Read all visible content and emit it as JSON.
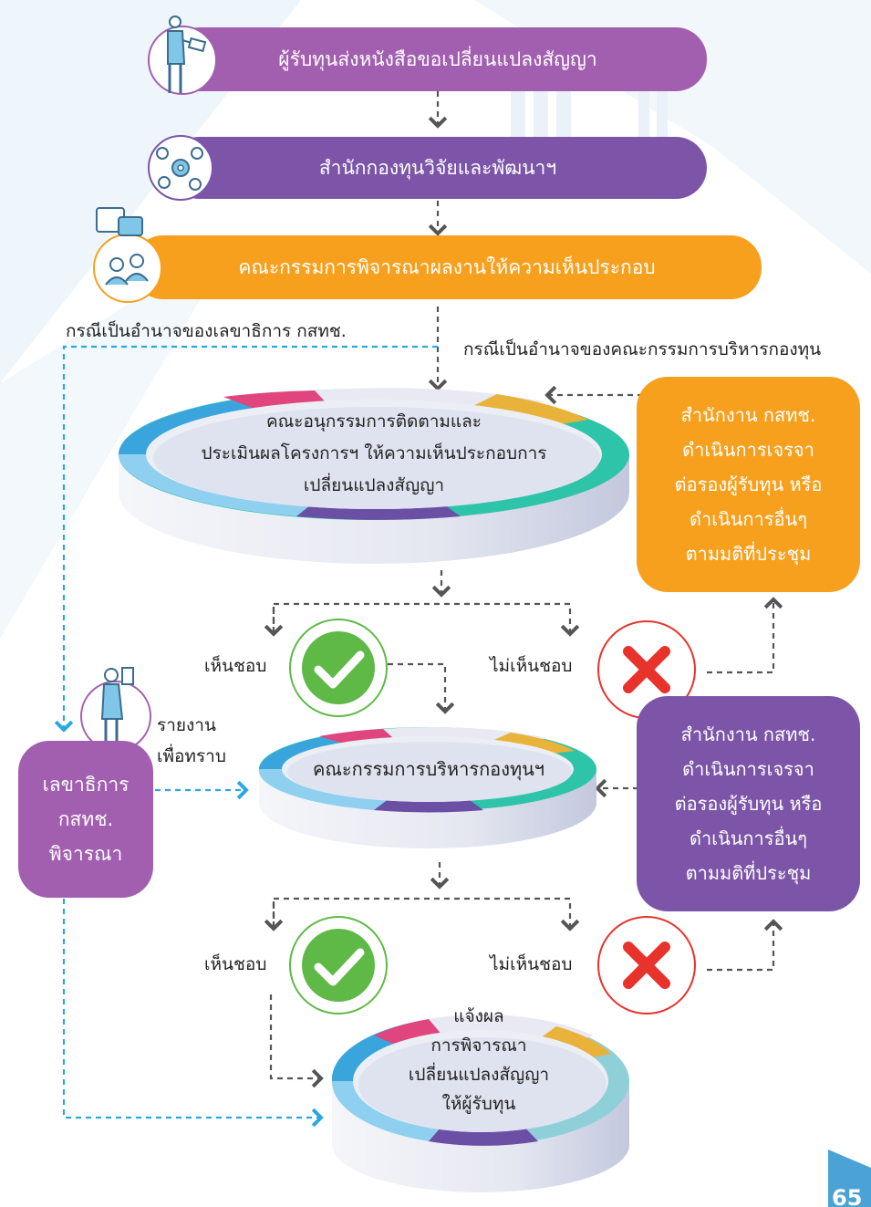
{
  "steps": {
    "step1": "ผู้รับทุนส่งหนังสือขอเปลี่ยนแปลงสัญญา",
    "step2": "สำนักกองทุนวิจัยและพัฒนาฯ",
    "step3": "คณะกรรมการพิจารณาผลงานให้ความเห็นประกอบ"
  },
  "branch_labels": {
    "secretary_authority": "กรณีเป็นอำนาจของเลขาธิการ กสทช.",
    "board_authority": "กรณีเป็นอำนาจของคณะกรรมการบริหารกองทุน"
  },
  "subcommittee": "คณะอนุกรรมการติดตามและ\nประเมินผลโครงการฯ ให้ความเห็นประกอบการ\nเปลี่ยนแปลงสัญญา",
  "negotiate_box_1": "สำนักงาน กสทช.\nดำเนินการเจรจา\nต่อรองผู้รับทุน หรือ\nดำเนินการอื่นๆ\nตามมติที่ประชุม",
  "negotiate_box_2": "สำนักงาน กสทช.\nดำเนินการเจรจา\nต่อรองผู้รับทุน หรือ\nดำเนินการอื่นๆ\nตามมติที่ประชุม",
  "decision_1": {
    "agree": "เห็นชอบ",
    "disagree": "ไม่เห็นชอบ"
  },
  "decision_2": {
    "agree": "เห็นชอบ",
    "disagree": "ไม่เห็นชอบ"
  },
  "report_note": "รายงาน\nเพื่อทราบ",
  "secretary_box": "เลขาธิการ\nกสทช.\nพิจารณา",
  "board": "คณะกรรมการบริหารกองทุนฯ",
  "final_notice": "แจ้งผล\nการพิจารณา\nเปลี่ยนแปลงสัญญา\nให้ผู้รับทุน",
  "page_number": "65",
  "colors": {
    "purple_light": "#a25fb0",
    "purple_dark": "#7c55a8",
    "orange": "#f6a01e",
    "blue_dashed": "#29a8e0",
    "check_green": "#5fb947",
    "cross_red": "#e8322c"
  },
  "icons": [
    "person-document-icon",
    "team-gear-icon",
    "chat-people-icon",
    "check-icon",
    "cross-icon",
    "woman-document-icon"
  ]
}
